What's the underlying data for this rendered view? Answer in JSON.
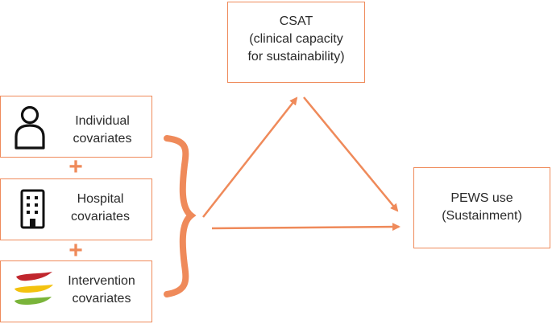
{
  "csat": {
    "line1": "CSAT",
    "line2": "(clinical capacity",
    "line3": "for sustainability)"
  },
  "pews": {
    "line1": "PEWS use",
    "line2": "(Sustainment)"
  },
  "covariates": [
    {
      "line1": "Individual",
      "line2": "covariates",
      "icon": "person-icon"
    },
    {
      "line1": "Hospital",
      "line2": "covariates",
      "icon": "building-icon"
    },
    {
      "line1": "Intervention",
      "line2": "covariates",
      "icon": "color-stripes-icon"
    }
  ],
  "plus_sign": "+",
  "colors": {
    "accent": "#ef8a5a",
    "stripe_red": "#c0262d",
    "stripe_yellow": "#f3c20f",
    "stripe_green": "#7ab43a"
  }
}
